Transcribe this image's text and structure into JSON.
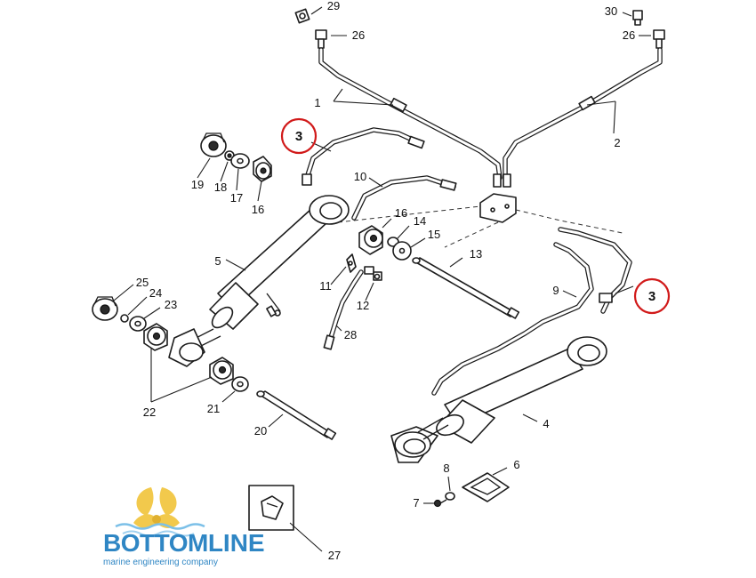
{
  "callouts": {
    "c29": "29",
    "c26a": "26",
    "c30": "30",
    "c26b": "26",
    "c1": "1",
    "c2": "2",
    "c3a": "3",
    "c3b": "3",
    "c19": "19",
    "c18": "18",
    "c17": "17",
    "c16a": "16",
    "c10": "10",
    "c16b": "16",
    "c14": "14",
    "c15": "15",
    "c5": "5",
    "c13": "13",
    "c11": "11",
    "c12": "12",
    "c9": "9",
    "c25": "25",
    "c24": "24",
    "c23": "23",
    "c28": "28",
    "c22": "22",
    "c21": "21",
    "c20": "20",
    "c4": "4",
    "c8": "8",
    "c6": "6",
    "c7": "7",
    "c27": "27"
  },
  "highlighted_callouts": [
    "3"
  ],
  "highlight_color": "#d11a1a",
  "logo": {
    "name_part1": "BOTTOM",
    "name_part2": "LINE",
    "tagline": "marine engineering company",
    "primary_color": "#2f86c4",
    "icon_color": "#f2c94c"
  }
}
